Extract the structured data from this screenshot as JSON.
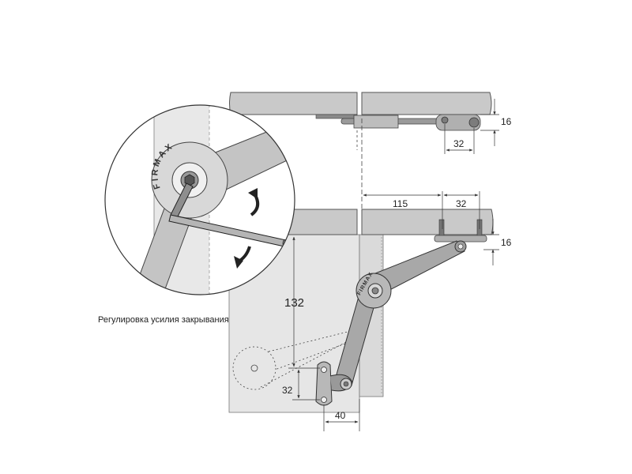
{
  "brand": "FIRMAX",
  "caption": "Регулировка усилия закрывания",
  "dimensions": {
    "top_thickness": "16",
    "top_hole_spacing": "32",
    "side_offset": "115",
    "side_hole_spacing": "32",
    "side_thickness": "16",
    "height": "132",
    "bottom_vertical": "32",
    "bottom_horizontal": "40"
  },
  "colors": {
    "panel_fill": "#c9c9c9",
    "panel_stroke": "#555555",
    "cabinet_fill": "#e6e6e6",
    "metal": "#8a8a8a",
    "line": "#333333"
  },
  "icons": [
    "hex-key-icon",
    "rotate-arrow-up-icon",
    "rotate-arrow-down-icon"
  ]
}
